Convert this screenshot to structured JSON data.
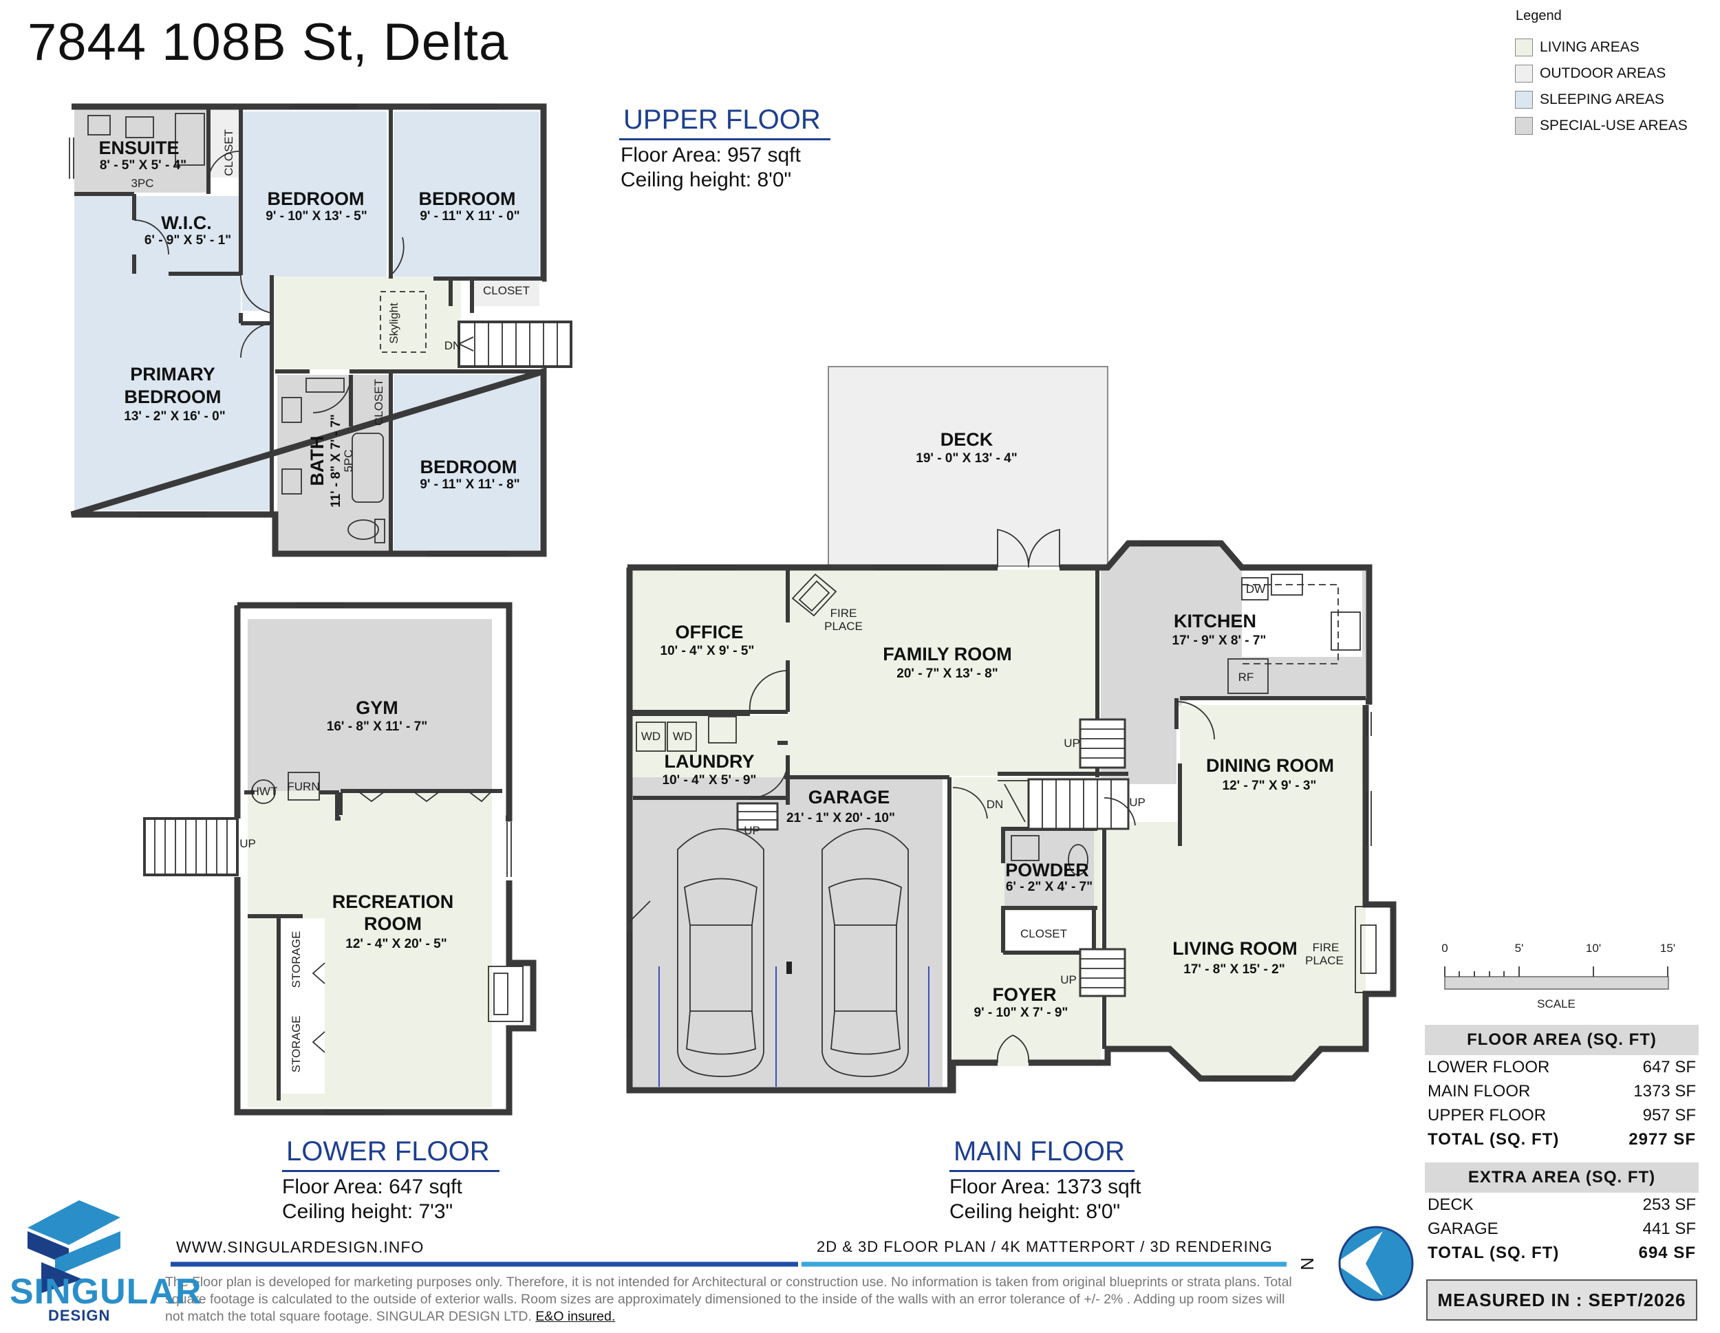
{
  "header": {
    "address": "7844 108B St, Delta"
  },
  "legend": {
    "title": "Legend",
    "items": [
      {
        "label": "LIVING AREAS",
        "color": "#eef2e6"
      },
      {
        "label": "OUTDOOR AREAS",
        "color": "#efefef"
      },
      {
        "label": "SLEEPING AREAS",
        "color": "#dce6f0"
      },
      {
        "label": "SPECIAL-USE AREAS",
        "color": "#d8d8d8"
      }
    ]
  },
  "floors": {
    "upper": {
      "name": "UPPER FLOOR",
      "area": "Floor Area: 957 sqft",
      "ceiling": "Ceiling height: 8'0\""
    },
    "lower": {
      "name": "LOWER FLOOR",
      "area": "Floor Area: 647 sqft",
      "ceiling": "Ceiling height: 7'3\""
    },
    "main": {
      "name": "MAIN FLOOR",
      "area": "Floor Area: 1373 sqft",
      "ceiling": "Ceiling height: 8'0\""
    }
  },
  "rooms": {
    "ensuite": {
      "name": "ENSUITE",
      "dim": "8' - 5\" X 5' - 4\"",
      "note": "3PC"
    },
    "wic": {
      "name": "W.I.C.",
      "dim": "6' - 9\" X 5' - 1\""
    },
    "bedroom1": {
      "name": "BEDROOM",
      "dim": "9' - 10\" X 13' - 5\""
    },
    "bedroom2": {
      "name": "BEDROOM",
      "dim": "9' - 11\" X 11' - 0\""
    },
    "bedroom3": {
      "name": "BEDROOM",
      "dim": "9' - 11\" X 11' - 8\""
    },
    "primary": {
      "name1": "PRIMARY",
      "name2": "BEDROOM",
      "dim": "13' - 2\" X 16' - 0\""
    },
    "bath": {
      "name": "BATH",
      "dim": "11' - 8\" X 7' - 7\"",
      "note": "5PC"
    },
    "gym": {
      "name": "GYM",
      "dim": "16' - 8\" X 11' - 7\""
    },
    "recreation": {
      "name1": "RECREATION",
      "name2": "ROOM",
      "dim": "12' - 4\" X 20' - 5\""
    },
    "deck": {
      "name": "DECK",
      "dim": "19' - 0\" X 13' - 4\""
    },
    "office": {
      "name": "OFFICE",
      "dim": "10' - 4\" X 9' - 5\""
    },
    "family": {
      "name": "FAMILY ROOM",
      "dim": "20' - 7\" X 13' - 8\""
    },
    "laundry": {
      "name": "LAUNDRY",
      "dim": "10' - 4\" X 5' - 9\""
    },
    "garage": {
      "name": "GARAGE",
      "dim": "21' - 1\" X 20' - 10\""
    },
    "kitchen": {
      "name": "KITCHEN",
      "dim": "17' - 9\" X 8' - 7\""
    },
    "dining": {
      "name": "DINING ROOM",
      "dim": "12' - 7\" X 9' - 3\""
    },
    "powder": {
      "name": "POWDER",
      "dim": "6' - 2\" X 4' - 7\""
    },
    "foyer": {
      "name": "FOYER",
      "dim": "9' - 10\" X 7' - 9\""
    },
    "living": {
      "name": "LIVING ROOM",
      "dim": "17' - 8\" X 15' - 2\""
    }
  },
  "fixtures": {
    "closet": "CLOSET",
    "skylight": "Skylight",
    "dn": "DN",
    "up": "UP",
    "fire": "FIRE",
    "place": "PLACE",
    "wd": "WD",
    "dw": "DW",
    "rf": "RF",
    "hwt": "HWT",
    "furn": "FURN",
    "storage": "STORAGE"
  },
  "scale": {
    "ticks": [
      "0",
      "5'",
      "10'",
      "15'"
    ],
    "label": "SCALE"
  },
  "floor_area_table": {
    "title": "FLOOR AREA (SQ. FT)",
    "rows": [
      {
        "label": "LOWER FLOOR",
        "value": "647 SF"
      },
      {
        "label": "MAIN FLOOR",
        "value": "1373 SF"
      },
      {
        "label": "UPPER FLOOR",
        "value": "957 SF"
      }
    ],
    "total_label": "TOTAL (SQ. FT)",
    "total_value": "2977 SF"
  },
  "extra_area_table": {
    "title": "EXTRA AREA (SQ. FT)",
    "rows": [
      {
        "label": "DECK",
        "value": "253 SF"
      },
      {
        "label": "GARAGE",
        "value": "441 SF"
      }
    ],
    "total_label": "TOTAL (SQ. FT)",
    "total_value": "694 SF"
  },
  "measured": "MEASURED IN : SEPT/2026",
  "footer": {
    "website": "WWW.SINGULARDESIGN.INFO",
    "services": "2D & 3D FLOOR PLAN / 4K MATTERPORT / 3D RENDERING",
    "disclaimer": "The Floor plan is developed for marketing purposes only. Therefore, it is not intended for Architectural or construction use. No information is taken from original blueprints or strata plans. Total square footage is calculated to the outside of exterior walls. Room sizes are approximately dimensioned to the inside of the walls with an error tolerance of +/- 2% . Adding up room sizes will not match the total square footage. SINGULAR DESIGN LTD.",
    "eo": "E&O insured.",
    "logo_name": "SINGULAR",
    "logo_sub": "DESIGN",
    "north": "N"
  }
}
